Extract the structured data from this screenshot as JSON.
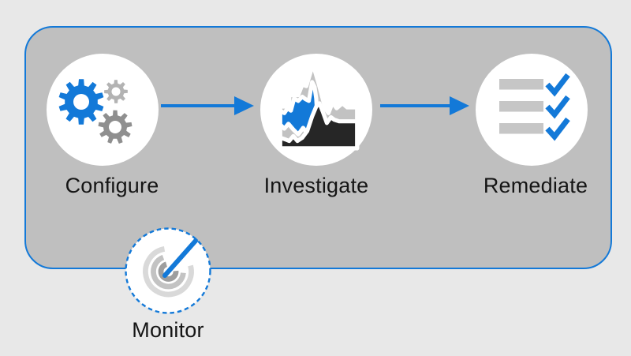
{
  "colors": {
    "accent_blue": "#1379d8",
    "panel_gray": "#bfbfbf",
    "background_gray": "#e8e8e8",
    "text": "#151515",
    "gear_blue": "#1379d8",
    "gear_gray_light": "#b3b3b3",
    "gear_gray_dark": "#8f8f8f",
    "chart_gray": "#c2c2c2",
    "chart_blue": "#1379d8",
    "chart_black": "#262626",
    "list_bar_gray": "#c6c6c6",
    "check_blue": "#1379d8",
    "radar_arc_inner": "#9e9e9e",
    "radar_arc_middle": "#c3c3c3",
    "radar_arc_outer": "#d9d9d9",
    "radar_needle_blue": "#1379d8"
  },
  "flow": {
    "steps": [
      {
        "label": "Configure",
        "icon": "gears-icon"
      },
      {
        "label": "Investigate",
        "icon": "area-chart-icon"
      },
      {
        "label": "Remediate",
        "icon": "checklist-icon"
      }
    ],
    "standalone": {
      "label": "Monitor",
      "icon": "radar-icon"
    }
  }
}
